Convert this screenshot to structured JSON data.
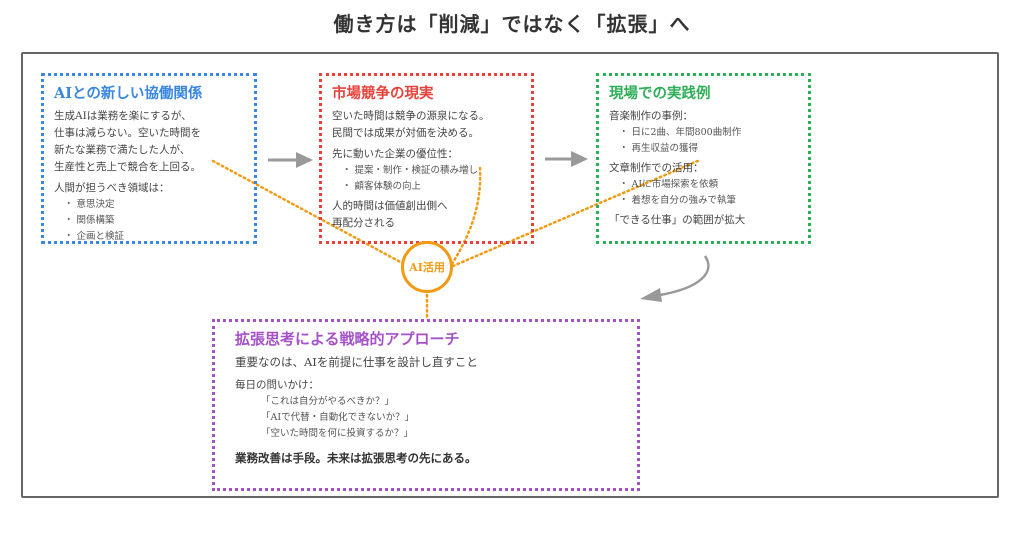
{
  "title": "働き方は「削減」ではなく「拡張」へ",
  "colors": {
    "ai_box": "#3a87e0",
    "market_box": "#e6423a",
    "field_box": "#2fae57",
    "strategy_box": "#a552c8",
    "hub": "#f29a12",
    "arrow": "#999999",
    "frame": "#666666"
  },
  "boxes": {
    "ai": {
      "title": "AIとの新しい協働関係",
      "body": [
        "生成AIは業務を楽にするが、",
        "仕事は減らない。空いた時間を",
        "新たな業務で満たした人が、",
        "生産性と売上で競合を上回る。"
      ],
      "subheading": "人間が担うべき領域は：",
      "items": [
        "意思決定",
        "関係構築",
        "企画と検証"
      ]
    },
    "market": {
      "title": "市場競争の現実",
      "body": [
        "空いた時間は競争の源泉になる。",
        "民間では成果が対価を決める。"
      ],
      "subheading": "先に動いた企業の優位性：",
      "items": [
        "提案・制作・検証の積み増し",
        "顧客体験の向上"
      ],
      "footer": [
        "人的時間は価値創出側へ",
        "再配分される"
      ]
    },
    "field": {
      "title": "現場での実践例",
      "music_heading": "音楽制作の事例：",
      "music_items": [
        "日に2曲、年間800曲制作",
        "再生収益の獲得"
      ],
      "writing_heading": "文章制作での活用：",
      "writing_items": [
        "AIに市場探索を依頼",
        "着想を自分の強みで執筆"
      ],
      "footer": "「できる仕事」の範囲が拡大"
    },
    "strategy": {
      "title": "拡張思考による戦略的アプローチ",
      "lead": "重要なのは、AIを前提に仕事を設計し直すこと",
      "questions_heading": "毎日の問いかけ：",
      "questions": [
        "「これは自分がやるべきか？」",
        "「AIで代替・自動化できないか？」",
        "「空いた時間を何に投資するか？」"
      ],
      "conclusion": "業務改善は手段。未来は拡張思考の先にある。"
    }
  },
  "hub": {
    "label": "AI活用",
    "icon": "hub-circle"
  },
  "connectors": {
    "arrows": [
      "ai-to-market",
      "market-to-field",
      "field-to-strategy"
    ],
    "hub_links": [
      "hub-to-ai",
      "hub-to-market",
      "hub-to-field",
      "hub-to-strategy"
    ]
  }
}
